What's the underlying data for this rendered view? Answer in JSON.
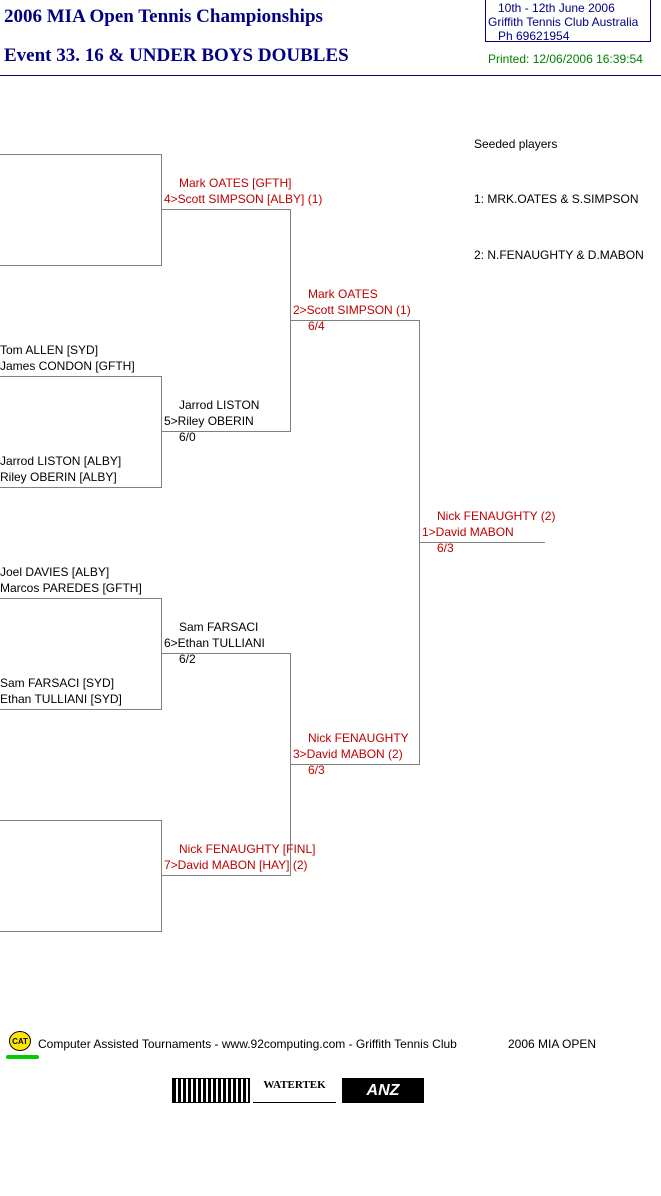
{
  "header": {
    "title": "2006 MIA Open Tennis Championships",
    "event": "Event 33. 16 & UNDER BOYS DOUBLES",
    "info": {
      "dates": "10th - 12th June 2006",
      "club": "Griffith Tennis Club   Australia",
      "phone": "Ph 69621954"
    },
    "printed": "Printed: 12/06/2006 16:39:54"
  },
  "seeds": {
    "heading": "Seeded players",
    "items": [
      "1: MRK.OATES & S.SIMPSON",
      "2: N.FENAUGHTY & D.MABON"
    ]
  },
  "draw": {
    "r1": [
      {
        "p1": "",
        "p2": ""
      },
      {
        "p1": "Tom ALLEN [SYD]",
        "p2": "James CONDON [GFTH]"
      },
      {
        "p1": "Jarrod LISTON [ALBY]",
        "p2": "Riley OBERIN [ALBY]"
      },
      {
        "p1": "Joel DAVIES [ALBY]",
        "p2": "Marcos PAREDES [GFTH]"
      },
      {
        "p1": "Sam FARSACI [SYD]",
        "p2": "Ethan TULLIANI [SYD]"
      },
      {
        "p1": "",
        "p2": ""
      }
    ],
    "r2": [
      {
        "l1": "Mark OATES [GFTH]",
        "l2": "4>Scott SIMPSON [ALBY] (1)",
        "score": ""
      },
      {
        "l1": "Jarrod LISTON",
        "l2": "5>Riley OBERIN",
        "score": "6/0"
      },
      {
        "l1": "Sam FARSACI",
        "l2": "6>Ethan TULLIANI",
        "score": "6/2"
      },
      {
        "l1": "Nick FENAUGHTY [FINL]",
        "l2": "7>David MABON [HAY] (2)",
        "score": ""
      }
    ],
    "r3": [
      {
        "l1": "Mark OATES",
        "l2": "2>Scott SIMPSON (1)",
        "score": "6/4"
      },
      {
        "l1": "Nick FENAUGHTY",
        "l2": "3>David MABON (2)",
        "score": "6/3"
      }
    ],
    "final": {
      "l1": "Nick FENAUGHTY (2)",
      "l2": "1>David MABON",
      "score": "6/3"
    }
  },
  "footer": {
    "cat_label": "CAT",
    "text": "Computer Assisted Tournaments - www.92computing.com -  Griffith Tennis Club",
    "event_name": "2006 MIA OPEN",
    "sponsors": [
      "WATERTEK",
      "ANZ"
    ]
  }
}
